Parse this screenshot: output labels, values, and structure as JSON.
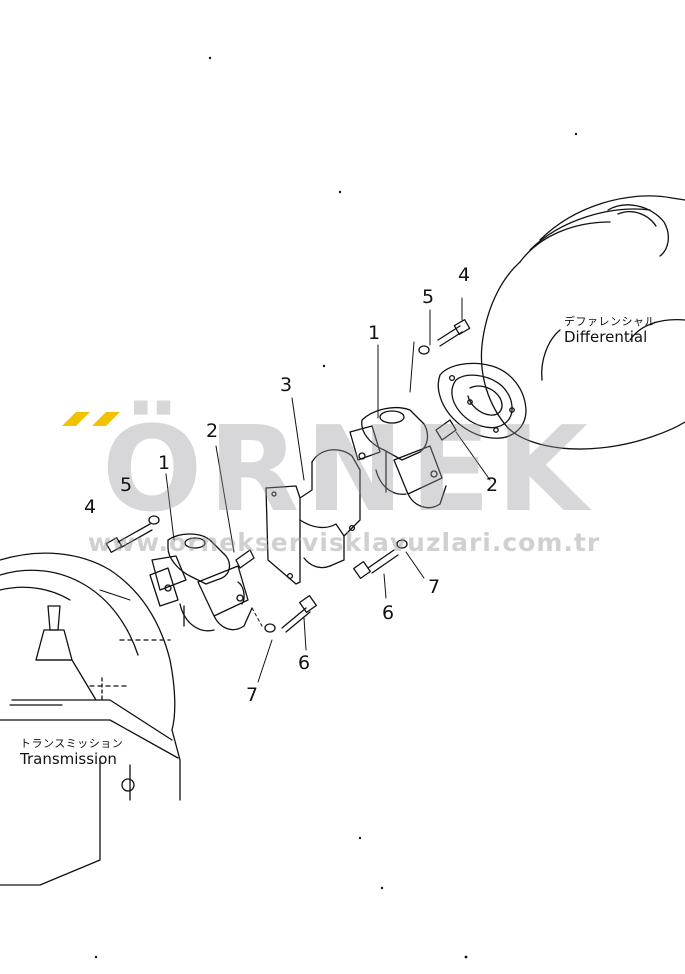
{
  "labels": {
    "part_1_left": "1",
    "part_1_right": "1",
    "part_2_left": "2",
    "part_2_right": "2",
    "part_3": "3",
    "part_4_left": "4",
    "part_4_right": "4",
    "part_5_left": "5",
    "part_5_right": "5",
    "part_6_left": "6",
    "part_6_right": "6",
    "part_7_left": "7",
    "part_7_right": "7"
  },
  "captions": {
    "differential_jp": "デファレンシャル",
    "differential_en": "Differential",
    "transmission_jp": "トランスミッション",
    "transmission_en": "Transmission"
  },
  "watermark": {
    "brand": "ÖRNEK",
    "url": "www.ornekservisklavuzlari.com.tr",
    "color": "#9696a0",
    "accent": "#f2c200"
  }
}
